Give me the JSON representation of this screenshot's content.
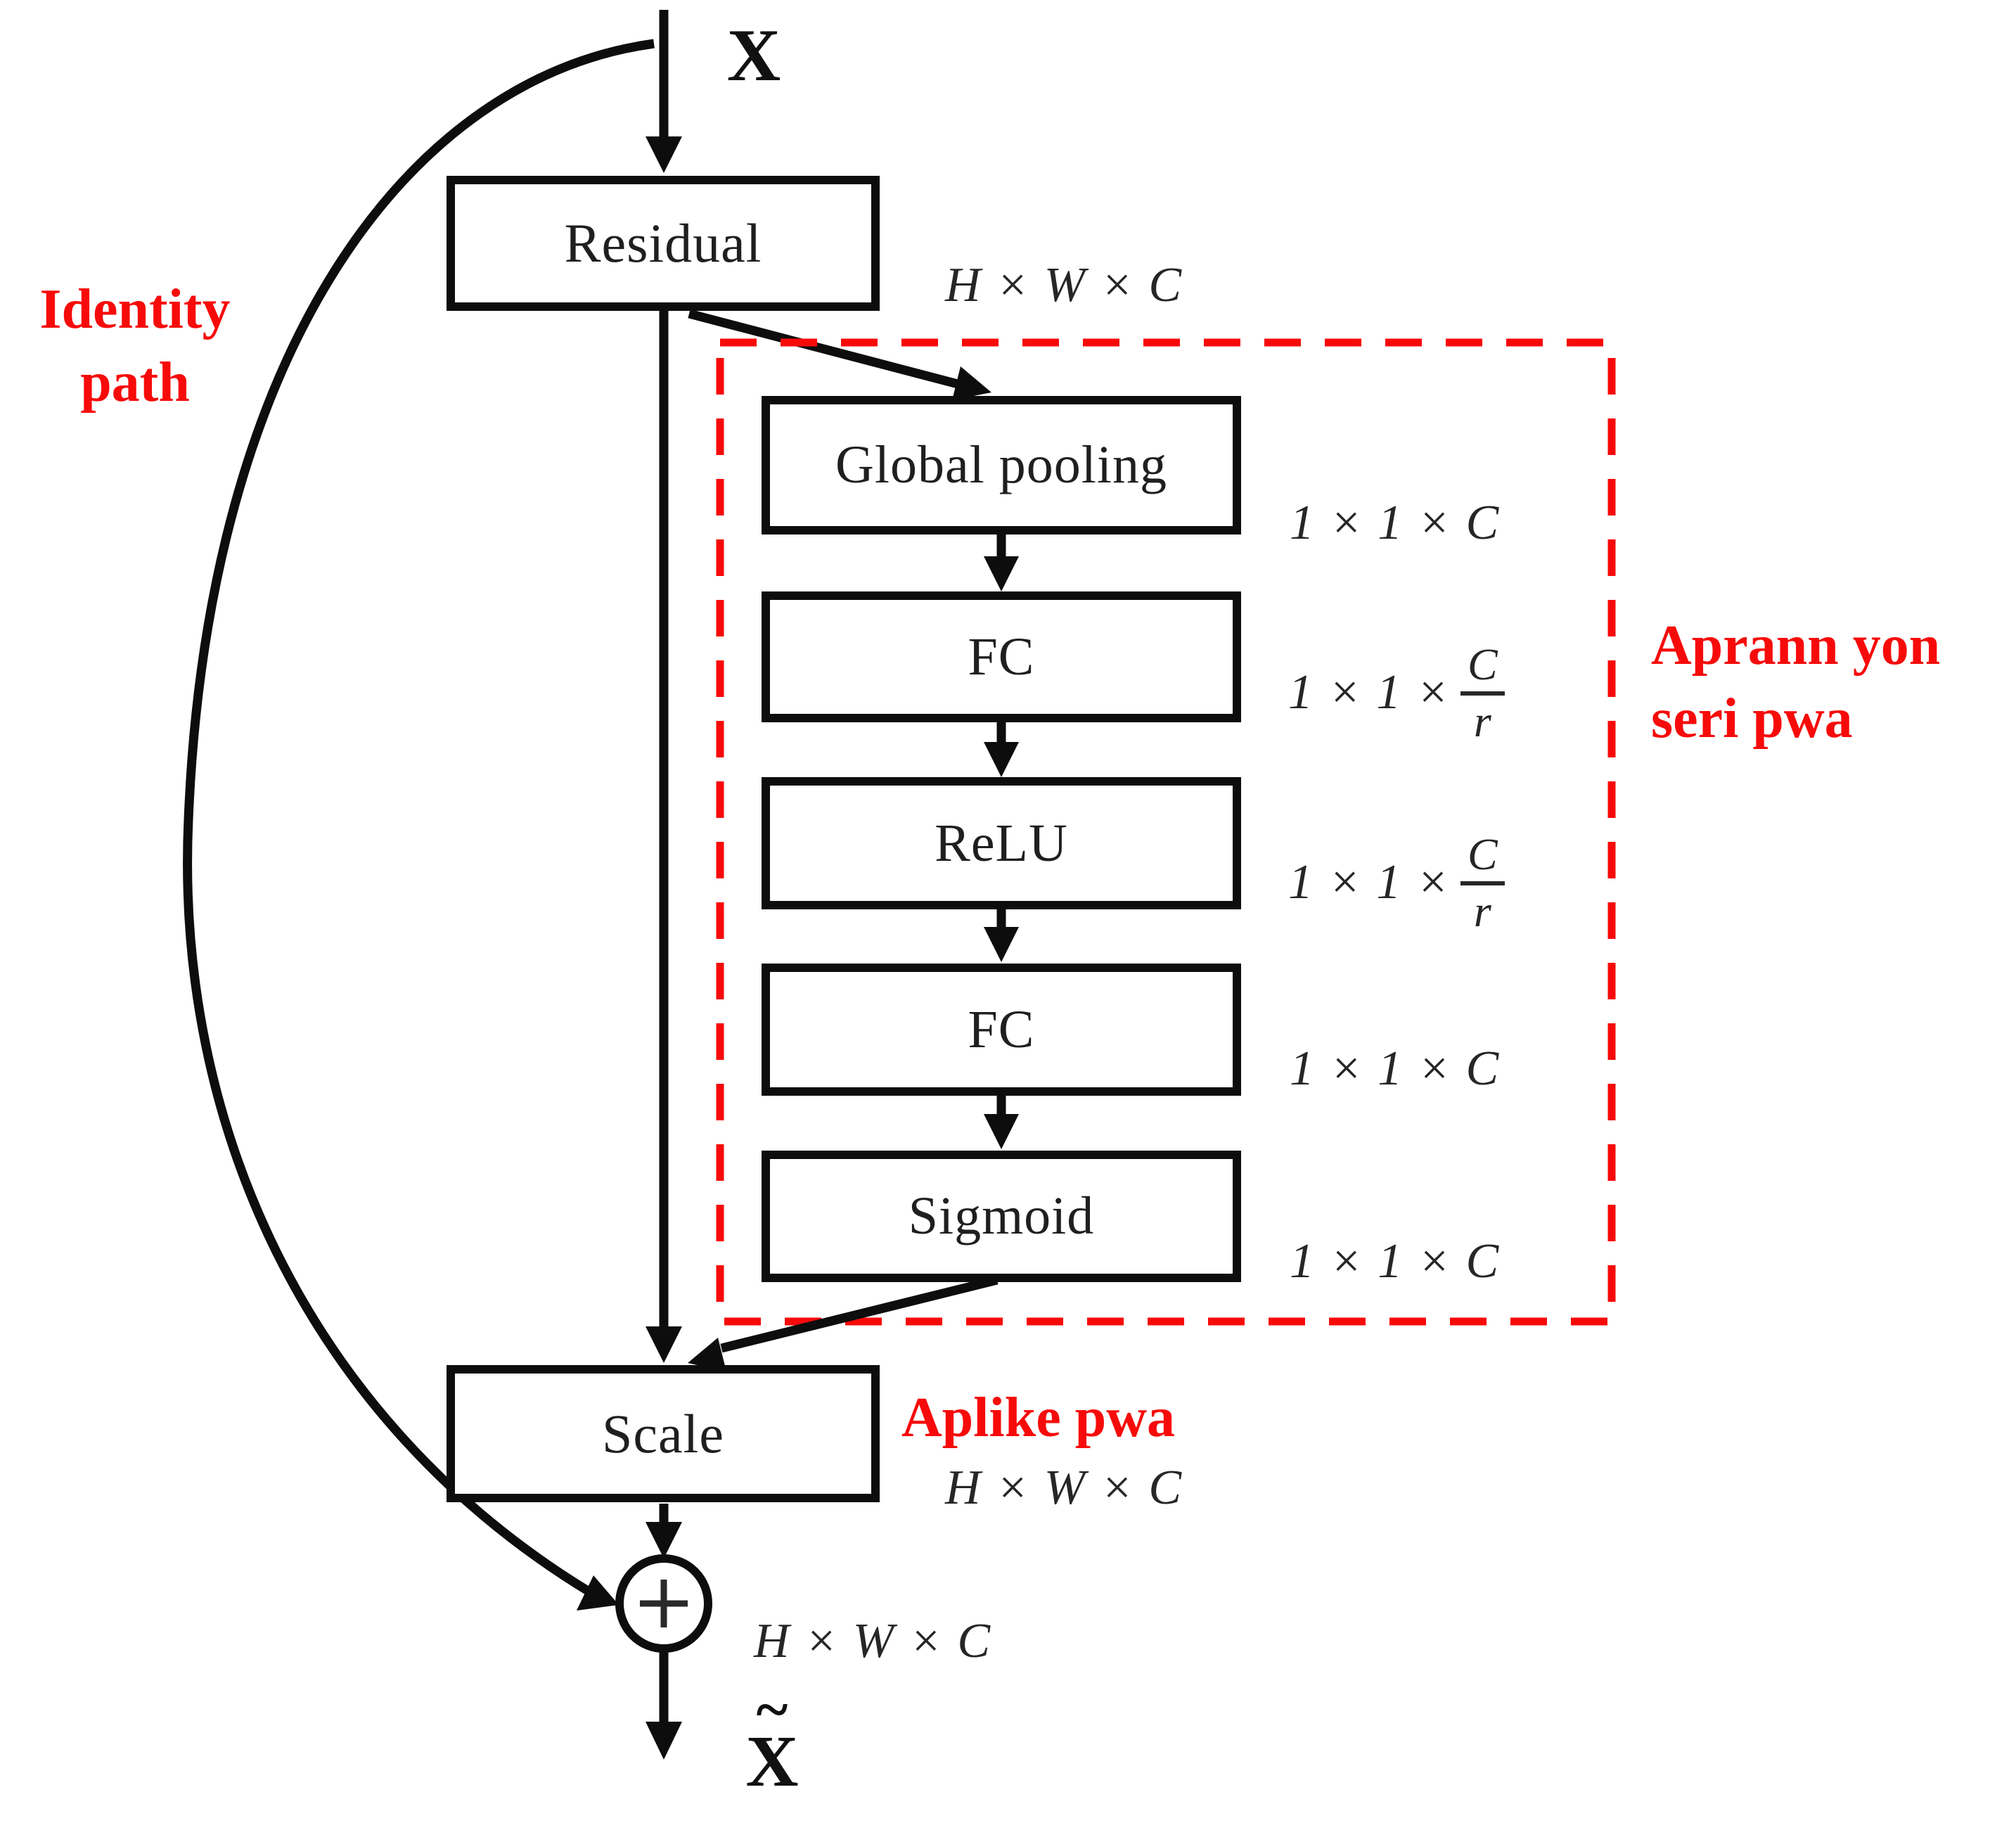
{
  "boxes": {
    "residual": "Residual",
    "global_pooling": "Global pooling",
    "fc1": "FC",
    "relu": "ReLU",
    "fc2": "FC",
    "sigmoid": "Sigmoid",
    "scale": "Scale"
  },
  "io": {
    "input": "X",
    "output_tilde": "~",
    "output_base": "X"
  },
  "dims": {
    "residual": "H × W × C",
    "global_pooling": "1 × 1 × C",
    "fc1": {
      "prefix": "1 × 1 ×",
      "num": "C",
      "den": "r"
    },
    "relu": {
      "prefix": "1 × 1 ×",
      "num": "C",
      "den": "r"
    },
    "fc2": "1 × 1 × C",
    "sigmoid": "1 × 1 × C",
    "scale": "H × W × C",
    "sum": "H × W × C"
  },
  "annotations": {
    "identity": {
      "line1": "Identity",
      "line2": "path"
    },
    "learn": {
      "line1": "Aprann yon",
      "line2": "seri pwa"
    },
    "apply": "Aplike pwa"
  },
  "colors": {
    "annotation_red": "#f70a0a",
    "line_black": "#0d0d0d",
    "text_dark": "#1f1f1f"
  }
}
